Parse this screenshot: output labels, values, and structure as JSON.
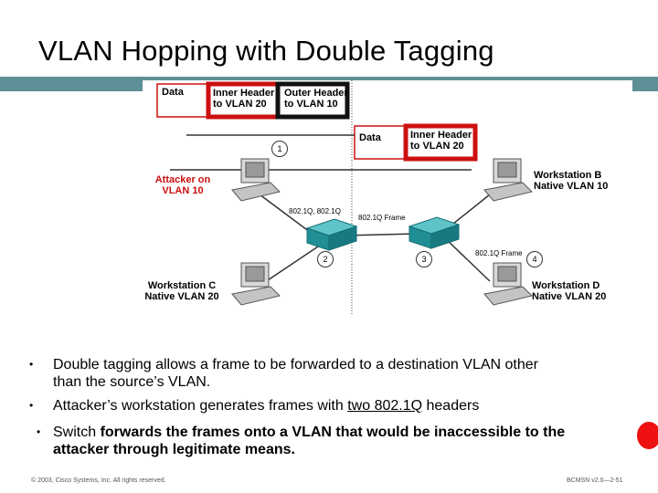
{
  "title": "VLAN Hopping with Double Tagging",
  "header_mark": "m",
  "diagram": {
    "frame1": {
      "data": "Data",
      "inner": "Inner Header\nto VLAN 20",
      "outer": "Outer Header\nto VLAN 10"
    },
    "frame2": {
      "data": "Data",
      "inner": "Inner Header\nto VLAN 20"
    },
    "attacker": "Attacker on\nVLAN 10",
    "workstation_b": "Workstation B\nNative VLAN 10",
    "workstation_c": "Workstation C\nNative VLAN 20",
    "workstation_d": "Workstation D\nNative VLAN 20",
    "trunk_label_1": "802.1Q, 802.1Q",
    "trunk_label_2": "802.1Q Frame",
    "trunk_label_3": "802.1Q Frame",
    "steps": [
      "1",
      "2",
      "3",
      "4"
    ],
    "colors": {
      "red": "#cc1010",
      "switch": "#1f8e95",
      "pc": "#cfcfcf"
    }
  },
  "bullets": [
    {
      "pre": "Double tagging allows a frame to be forwarded to a destination VLAN other",
      "line2": "than the source’s VLAN."
    },
    {
      "pre": "Attacker’s workstation generates frames with ",
      "underlined": "two 802.1Q",
      "post": " headers"
    },
    {
      "pre": "Switch ",
      "bold": "forwards the frames onto a VLAN that would be inaccessible to the",
      "line2": "attacker through legitimate means."
    }
  ],
  "footer": {
    "left": "© 2003, Cisco Systems, Inc. All rights reserved.",
    "right": "BCMSN v2.0—2-51"
  }
}
